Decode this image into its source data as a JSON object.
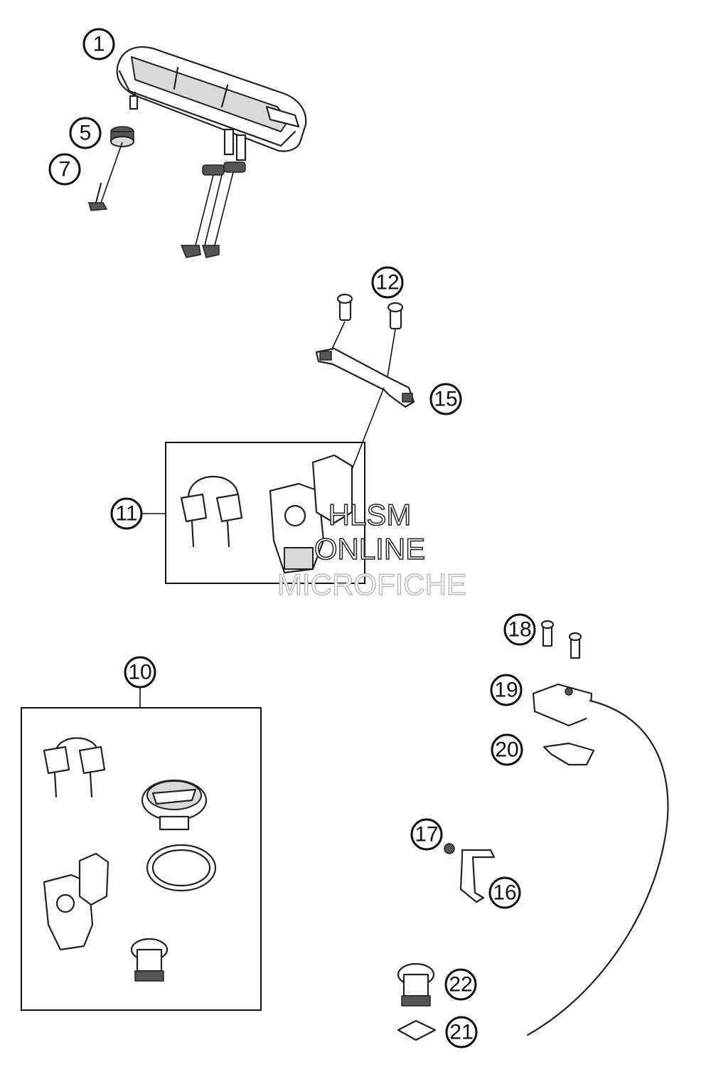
{
  "callouts": [
    {
      "id": "1",
      "label": "1"
    },
    {
      "id": "5",
      "label": "5"
    },
    {
      "id": "7",
      "label": "7"
    },
    {
      "id": "12",
      "label": "12"
    },
    {
      "id": "15",
      "label": "15"
    },
    {
      "id": "11",
      "label": "11"
    },
    {
      "id": "10",
      "label": "10"
    },
    {
      "id": "18",
      "label": "18"
    },
    {
      "id": "19",
      "label": "19"
    },
    {
      "id": "20",
      "label": "20"
    },
    {
      "id": "17",
      "label": "17"
    },
    {
      "id": "16",
      "label": "16"
    },
    {
      "id": "22",
      "label": "22"
    },
    {
      "id": "21",
      "label": "21"
    }
  ],
  "watermark": {
    "line1": "HLSM",
    "line2": "ONLINE",
    "line3": "MICROFICHE"
  }
}
